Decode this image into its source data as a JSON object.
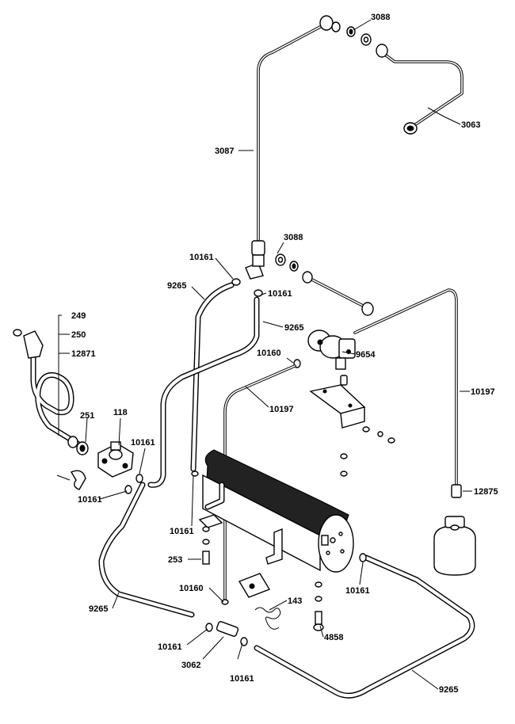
{
  "diagram": {
    "part_numbers": [
      {
        "id": "p3088a",
        "text": "3088"
      },
      {
        "id": "p3063",
        "text": "3063"
      },
      {
        "id": "p3087",
        "text": "3087"
      },
      {
        "id": "p3088b",
        "text": "3088"
      },
      {
        "id": "p10161a",
        "text": "10161"
      },
      {
        "id": "p10161b",
        "text": "10161"
      },
      {
        "id": "p9265a",
        "text": "9265"
      },
      {
        "id": "p9265b",
        "text": "9265"
      },
      {
        "id": "p10160a",
        "text": "10160"
      },
      {
        "id": "p9654",
        "text": "9654"
      },
      {
        "id": "p249",
        "text": "249"
      },
      {
        "id": "p250",
        "text": "250"
      },
      {
        "id": "p12871",
        "text": "12871"
      },
      {
        "id": "p10197a",
        "text": "10197"
      },
      {
        "id": "p10197b",
        "text": "10197"
      },
      {
        "id": "p251",
        "text": "251"
      },
      {
        "id": "p118",
        "text": "118"
      },
      {
        "id": "p10161c",
        "text": "10161"
      },
      {
        "id": "p10161d",
        "text": "10161"
      },
      {
        "id": "p12875",
        "text": "12875"
      },
      {
        "id": "p10161e",
        "text": "10161"
      },
      {
        "id": "p253",
        "text": "253"
      },
      {
        "id": "p10161f",
        "text": "10161"
      },
      {
        "id": "p10160b",
        "text": "10160"
      },
      {
        "id": "p143",
        "text": "143"
      },
      {
        "id": "p9265c",
        "text": "9265"
      },
      {
        "id": "p4858",
        "text": "4858"
      },
      {
        "id": "p10161g",
        "text": "10161"
      },
      {
        "id": "p3062",
        "text": "3062"
      },
      {
        "id": "p10161h",
        "text": "10161"
      },
      {
        "id": "p9265d",
        "text": "9265"
      }
    ]
  }
}
